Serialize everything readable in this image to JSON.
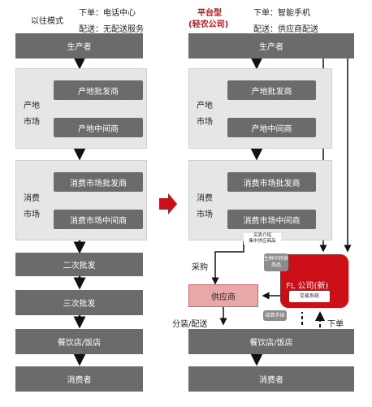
{
  "left": {
    "header": "以往模式",
    "order_text": "下单：电话中心",
    "delivery_text": "配送：无配送服务",
    "producer": "生产者",
    "origin_market": {
      "label": "产地市场",
      "wholesaler": "产地批发商",
      "middleman": "产地中间商"
    },
    "consumer_market": {
      "label": "消费市场",
      "wholesaler": "消费市场批发商",
      "middleman": "消费市场中间商"
    },
    "secondary_wholesale": "二次批发",
    "tertiary_wholesale": "三次批发",
    "restaurant": "餐饮店/饭店",
    "consumer": "消费者"
  },
  "right": {
    "header_main": "平台型",
    "header_sub": "(轻农公司)",
    "order_text": "下单：智能手机",
    "delivery_text": "配送：供应商配送",
    "producer": "生产者",
    "origin_market": {
      "label": "产地市场",
      "wholesaler": "产地批发商",
      "middleman": "产地中间商"
    },
    "consumer_market": {
      "label": "消费市场",
      "wholesaler": "消费市场批发商",
      "middleman": "消费市场中间商"
    },
    "note_top": "买卖介绍\n集中供应商品",
    "purchase_label": "采购",
    "supplier": "供应商",
    "fl_company": "FL 公司(新)",
    "trading_system": "交易系统",
    "box_fresh": "生鲜中转供\n商品",
    "box_payment": "结算手续",
    "distribution_label": "分装/配送",
    "order_label": "下单",
    "restaurant": "餐饮店/饭店",
    "consumer": "消费者"
  },
  "colors": {
    "dark_box": "#6b6b6b",
    "red": "#cc0e16",
    "pink": "#e9a8a8",
    "light": "#e6e6e6"
  }
}
